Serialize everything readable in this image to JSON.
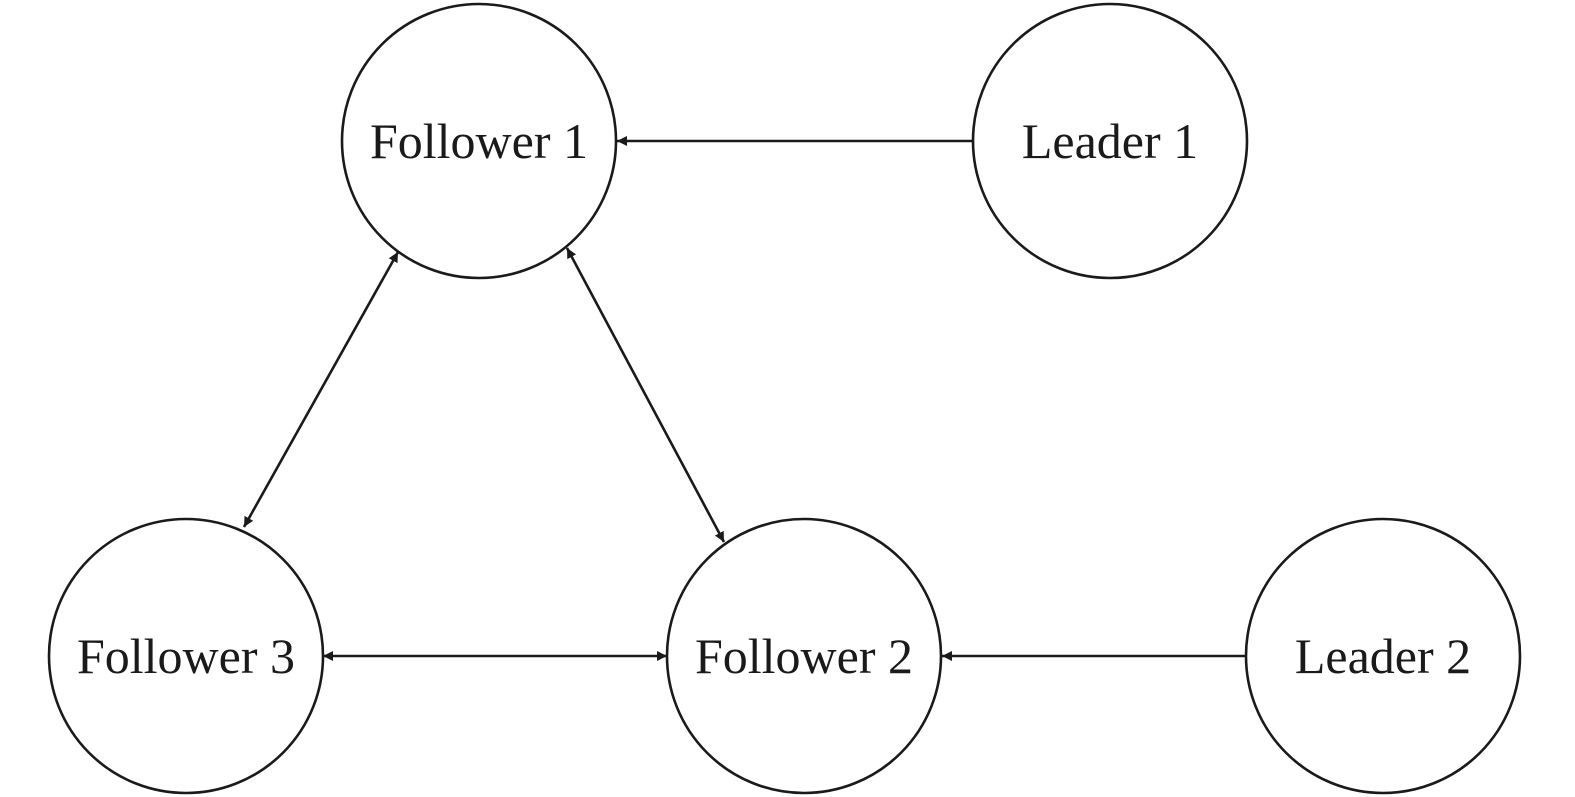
{
  "diagram": {
    "nodes": {
      "follower1": {
        "label": "Follower 1"
      },
      "leader1": {
        "label": "Leader 1"
      },
      "follower3": {
        "label": "Follower 3"
      },
      "follower2": {
        "label": "Follower 2"
      },
      "leader2": {
        "label": "Leader 2"
      }
    },
    "edges": [
      {
        "from": "leader1",
        "to": "follower1",
        "direction": "one-way"
      },
      {
        "from": "follower1",
        "to": "follower3",
        "direction": "two-way"
      },
      {
        "from": "follower1",
        "to": "follower2",
        "direction": "two-way"
      },
      {
        "from": "follower3",
        "to": "follower2",
        "direction": "two-way"
      },
      {
        "from": "leader2",
        "to": "follower2",
        "direction": "one-way"
      }
    ],
    "colors": {
      "stroke": "#1a1a1a",
      "background": "#ffffff"
    }
  }
}
